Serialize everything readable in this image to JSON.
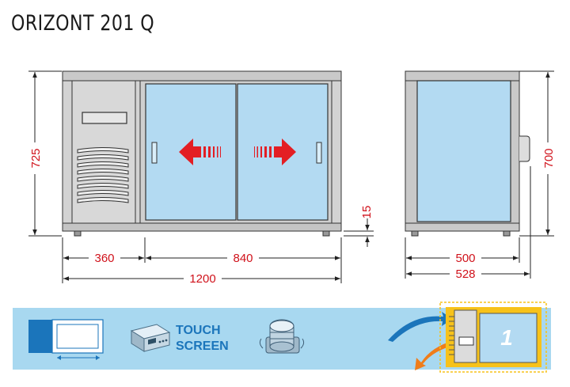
{
  "title": "ORIZONT 201 Q",
  "dimensions": {
    "front_height": "725",
    "front_left_width": "360",
    "front_glass_width": "840",
    "front_total_width": "1200",
    "foot_height": "15",
    "side_height": "700",
    "side_depth": "500",
    "side_total_depth": "528"
  },
  "features": {
    "touch_screen_line1": "TOUCH",
    "touch_screen_line2": "SCREEN",
    "configuration_number": "1"
  },
  "colors": {
    "dimension_red": "#d0121b",
    "glass_blue": "#b3daf2",
    "banner_blue": "#a8d8f0",
    "accent_blue": "#1b75bb",
    "badge_yellow": "#f7c21a",
    "arrow_orange": "#ef7d1a",
    "door_arrow_red": "#e31e24"
  },
  "icons": [
    "door-width-icon",
    "touch-screen-controller-icon",
    "compressor-icon",
    "airflow-arrows-icon"
  ]
}
